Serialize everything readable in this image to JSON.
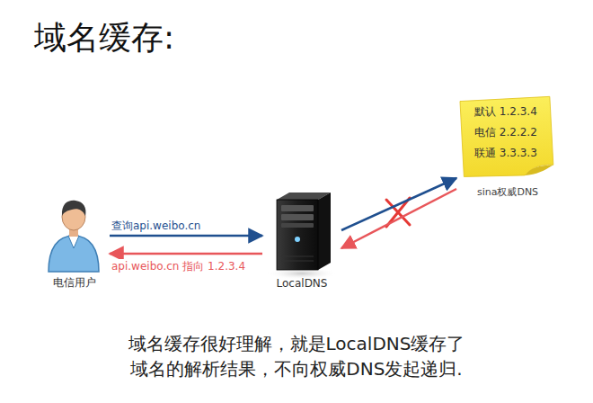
{
  "diagram": {
    "title": "域名缓存:",
    "caption": "域名缓存很好理解，就是LocalDNS缓存了 域名的解析结果，不向权威DNS发起递归.",
    "nodes": [
      {
        "text": [
          "电信用户"
        ]
      },
      {
        "text": [
          "LocalDNS"
        ]
      },
      {
        "text": [
          "默认 1.2.3.4",
          "电信 2.2.2.2",
          "联通 3.3.3.3",
          "sina权威DNS"
        ]
      }
    ],
    "edges": [
      {
        "from": 0,
        "to": 1,
        "arrow": "to",
        "label": "查询api.weibo.cn"
      },
      {
        "from": 1,
        "to": 0,
        "arrow": "to",
        "label": "api.weibo.cn 指向 1.2.3.4"
      },
      {
        "from": 1,
        "to": 2,
        "arrow": "to"
      },
      {
        "from": 2,
        "to": 1,
        "arrow": "to"
      }
    ]
  }
}
